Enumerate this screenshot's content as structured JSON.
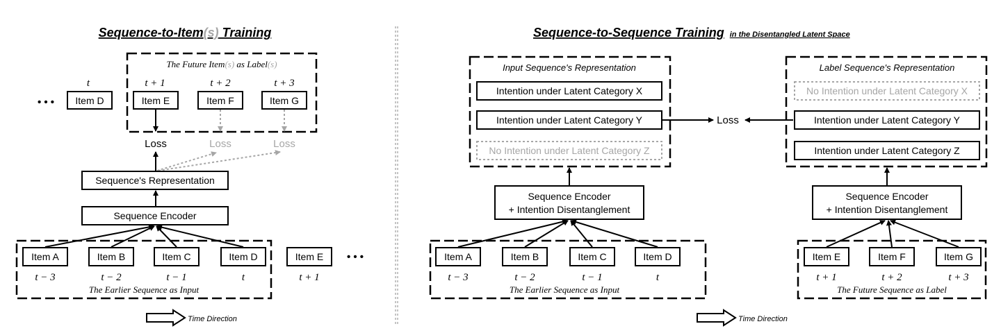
{
  "left": {
    "title": "Sequence-to-Item",
    "title_opt": "(s)",
    "title_end": " Training",
    "future_label_a": "The Future Item",
    "future_label_b": "(s)",
    "future_label_c": " as Label",
    "future_label_d": "(s)",
    "t_labels_top": [
      "t",
      "t + 1",
      "t + 2",
      "t + 3"
    ],
    "ellipsis": "• • •",
    "item_d_top": "Item D",
    "items_future": [
      "Item E",
      "Item F",
      "Item G"
    ],
    "losses": [
      "Loss",
      "Loss",
      "Loss"
    ],
    "representation": "Sequence's Representation",
    "encoder": "Sequence Encoder",
    "items_input": [
      "Item A",
      "Item B",
      "Item C",
      "Item D"
    ],
    "t_labels_input": [
      "t − 3",
      "t − 2",
      "t − 1",
      "t"
    ],
    "input_caption": "The Earlier Sequence as Input",
    "item_e_after": "Item E",
    "t_after": "t + 1",
    "time_direction": "Time Direction"
  },
  "right": {
    "title": "Sequence-to-Sequence Training",
    "title_suffix": "in the Disentangled Latent Space",
    "input_rep_title": "Input Sequence's Representation",
    "input_rep_rows": [
      "Intention under Latent Category X",
      "Intention under Latent Category Y",
      "No Intention under Latent Category Z"
    ],
    "label_rep_title": "Label Sequence's Representation",
    "label_rep_rows": [
      "No Intention under Latent Category X",
      "Intention under Latent Category Y",
      "Intention under Latent Category Z"
    ],
    "loss": "Loss",
    "encoder_line1": "Sequence Encoder",
    "encoder_line2": "+ Intention Disentanglement",
    "items_input": [
      "Item A",
      "Item B",
      "Item C",
      "Item D"
    ],
    "t_labels_input": [
      "t − 3",
      "t − 2",
      "t − 1",
      "t"
    ],
    "input_caption": "The Earlier Sequence as Input",
    "items_label": [
      "Item E",
      "Item F",
      "Item G"
    ],
    "t_labels_label": [
      "t + 1",
      "t + 2",
      "t + 3"
    ],
    "label_caption": "The Future Sequence as Label",
    "time_direction": "Time Direction"
  },
  "colors": {
    "ink": "#000000",
    "muted": "#a6a6a6"
  }
}
